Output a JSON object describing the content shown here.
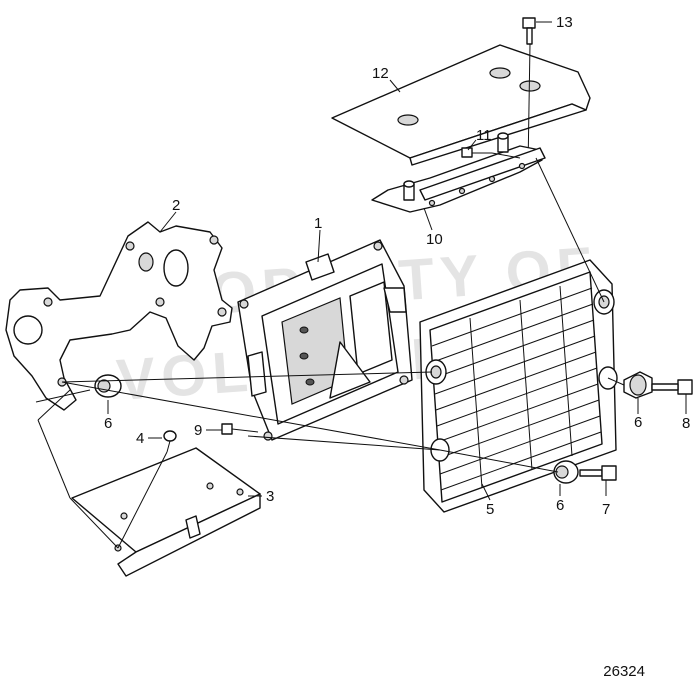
{
  "watermark": {
    "line1": "PROPERTY OF",
    "line2": "VOLVO PENTA"
  },
  "figure_id": "26324",
  "callouts": [
    {
      "id": "c1",
      "label": "1"
    },
    {
      "id": "c2",
      "label": "2"
    },
    {
      "id": "c3",
      "label": "3"
    },
    {
      "id": "c4",
      "label": "4"
    },
    {
      "id": "c5",
      "label": "5"
    },
    {
      "id": "c6a",
      "label": "6"
    },
    {
      "id": "c6b",
      "label": "6"
    },
    {
      "id": "c6c",
      "label": "6"
    },
    {
      "id": "c7",
      "label": "7"
    },
    {
      "id": "c8",
      "label": "8"
    },
    {
      "id": "c9",
      "label": "9"
    },
    {
      "id": "c10",
      "label": "10"
    },
    {
      "id": "c11",
      "label": "11"
    },
    {
      "id": "c12",
      "label": "12"
    },
    {
      "id": "c13",
      "label": "13"
    }
  ]
}
